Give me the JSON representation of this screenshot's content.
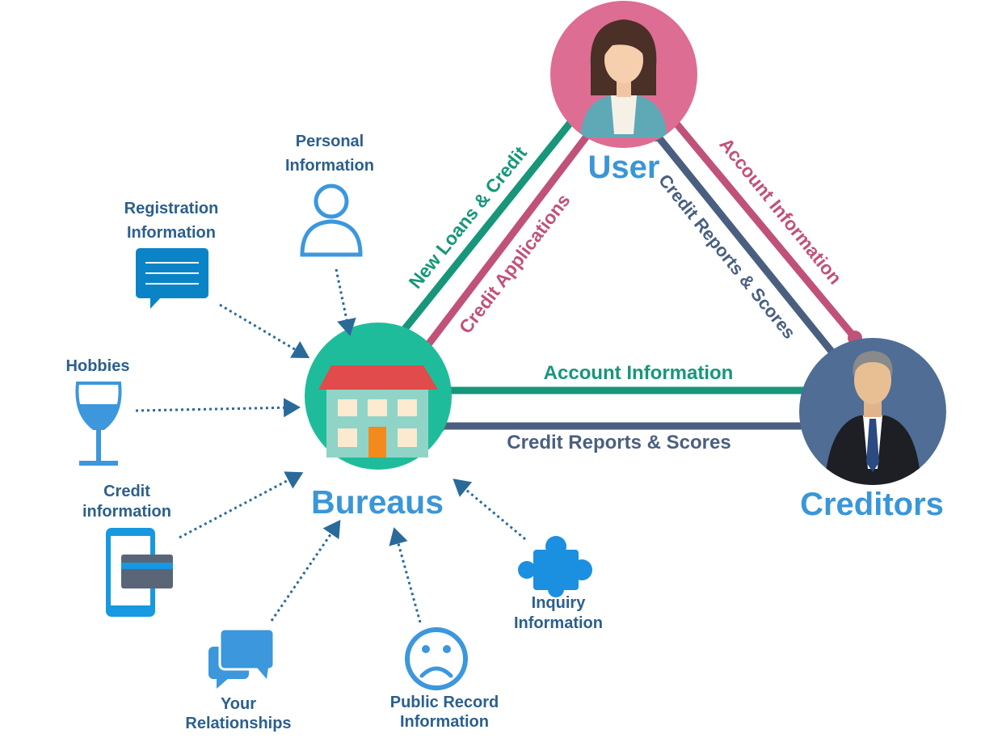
{
  "colors": {
    "bureaus_fill": "#1fbc9c",
    "user_fill": "#dd6d93",
    "creditors_fill": "#4f6d95",
    "green": "#17967a",
    "pink": "#c0527a",
    "navy": "#4a5f80",
    "blue_text": "#3a96d8",
    "dark_blue_text": "#2b5f8f",
    "icon_blue": "#3c97dd",
    "arrow": "#2a6a9a"
  },
  "nodes": {
    "user": "User",
    "bureaus": "Bureaus",
    "creditors": "Creditors"
  },
  "connections": {
    "new_loans": "New Loans & Credit",
    "credit_applications": "Credit Applications",
    "user_credit_reports": "Credit Reports & Scores",
    "user_account_info": "Account Information",
    "bureau_account_info": "Account Information",
    "bureau_credit_reports": "Credit Reports & Scores"
  },
  "sources": {
    "personal": [
      "Personal",
      "Information"
    ],
    "registration": [
      "Registration",
      "Information"
    ],
    "hobbies": [
      "Hobbies"
    ],
    "credit_info": [
      "Credit",
      "information"
    ],
    "relationships": [
      "Your",
      "Relationships"
    ],
    "public_record": [
      "Public Record",
      "Information"
    ],
    "inquiry": [
      "Inquiry",
      "Information"
    ]
  },
  "icons": {
    "personal": "person-icon",
    "registration": "chat-message-icon",
    "hobbies": "wine-glass-icon",
    "credit_info": "phone-card-icon",
    "relationships": "chat-bubbles-icon",
    "public_record": "sad-face-icon",
    "inquiry": "puzzle-icon",
    "bureaus": "building-icon",
    "user": "woman-avatar-icon",
    "creditors": "businessman-avatar-icon"
  }
}
